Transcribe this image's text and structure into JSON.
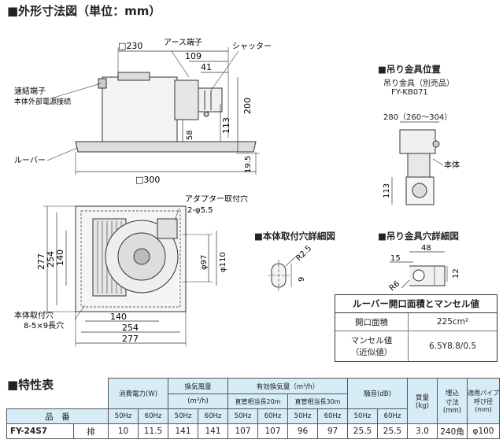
{
  "title": "■外形寸法図（単位：mm）",
  "top_view": {
    "d230": "□230",
    "d109": "109",
    "d41": "41",
    "d200": "200",
    "d113": "113",
    "d58": "58",
    "d19_5": "19.5",
    "d300": "□300",
    "earth_terminal": "アース端子",
    "shutter": "シャッター",
    "quick_terminal": "速結端子",
    "quick_terminal_sub": "本体外部電源接続",
    "louver": "ルーバー"
  },
  "bottom_view": {
    "adapter_hole": "アダプター取付穴",
    "adapter_hole_size": "2-φ5.5",
    "d277v": "277",
    "d254v": "254",
    "d140v": "140",
    "d97": "φ97",
    "d110": "φ110",
    "body_hole": "本体取付穴",
    "body_hole_size": "8-5×9長穴",
    "d140h": "140",
    "d254h": "254",
    "d277h": "277"
  },
  "hanger_position": {
    "title": "■吊り金具位置",
    "label": "吊り金具（別売品）",
    "model": "FY-KB071",
    "dim": "280（260～304）",
    "body": "本体",
    "d113": "113"
  },
  "body_hole_detail": {
    "title": "■本体取付穴詳細図",
    "r": "R2.5",
    "d9": "9"
  },
  "hanger_hole_detail": {
    "title": "■吊り金具穴詳細図",
    "d48": "48",
    "d15": "15",
    "d12": "12",
    "r6": "R6"
  },
  "louver_table": {
    "title": "ルーバー開口面積とマンセル値",
    "rows": [
      {
        "label": "開口面積",
        "label2": "",
        "value": "225cm²"
      },
      {
        "label": "マンセル値",
        "label2": "（近似値）",
        "value": "6.5Y8.8/0.5"
      }
    ]
  },
  "spec": {
    "title": "■特性表",
    "headers": {
      "power": "消費電力(W)",
      "airflow": "換気風量",
      "airflow_unit": "(m³/h)",
      "effective": "有効換気量（m³/h）",
      "duct20": "直管相当長20m",
      "duct30": "直管相当長30m",
      "noise": "騒音(dB)",
      "mass": "質量",
      "mass_unit": "(kg)",
      "embed": "埋込",
      "embed2": "寸法",
      "embed_unit": "(mm)",
      "pipe": "適用パイプ",
      "pipe2": "呼び径",
      "pipe_unit": "(mm)",
      "model_col": "品　番",
      "hz50": "50Hz",
      "hz60": "60Hz"
    },
    "row": {
      "model": "FY-24S7",
      "mode": "排",
      "values": [
        "10",
        "11.5",
        "141",
        "141",
        "107",
        "107",
        "96",
        "97",
        "25.5",
        "25.5"
      ],
      "mass": "3.0",
      "embed": "240角",
      "pipe": "φ100"
    }
  }
}
